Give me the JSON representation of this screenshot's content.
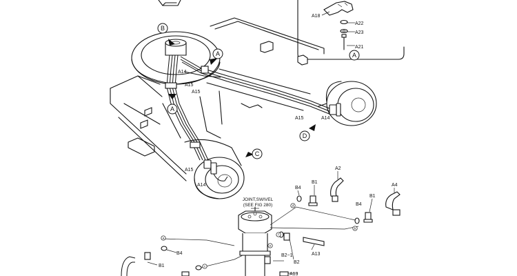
{
  "callouts": {
    "A18": "A18",
    "A22": "A22",
    "A23": "A23",
    "A21": "A21",
    "A14": "A14",
    "A15": "A15",
    "A13": "A13",
    "A2": "A2",
    "A4": "A4",
    "B1": "B1",
    "B2": "B2",
    "B4": "B4",
    "B2_1": "B2−1"
  },
  "view_markers": {
    "A": "A",
    "B": "B",
    "C": "C",
    "D": "D"
  },
  "line_markers": {
    "a": "a",
    "b": "b",
    "c": "c",
    "d": "d",
    "e": "e",
    "f": "f"
  },
  "note": {
    "line1": "JOINT,SWIVEL",
    "line2": "(SEE FIG 280)"
  }
}
